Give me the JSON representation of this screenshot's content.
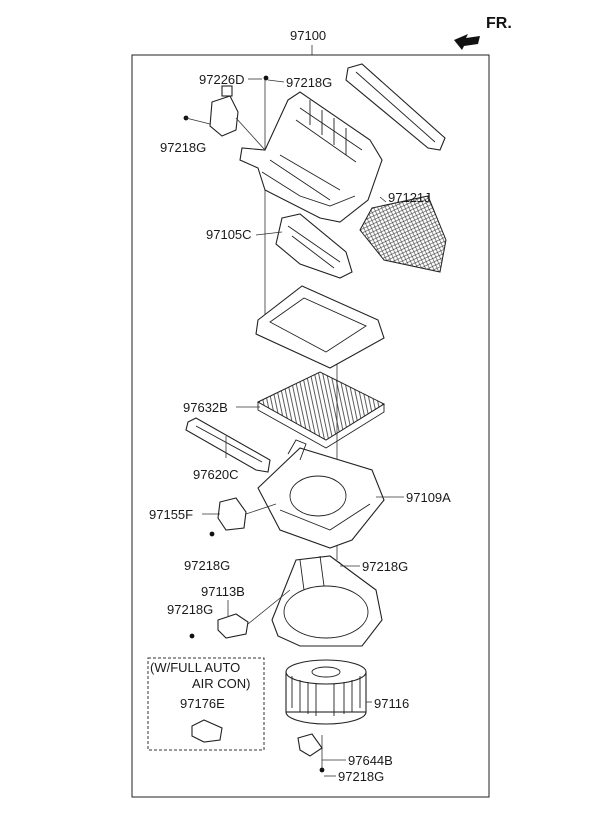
{
  "header": {
    "direction_label": "FR.",
    "assembly_part": "97100"
  },
  "callouts": {
    "p97226D": "97226D",
    "p97218G_top": "97218G",
    "p97218G_left": "97218G",
    "p97121J": "97121J",
    "p97105C": "97105C",
    "p97632B": "97632B",
    "p97620C": "97620C",
    "p97109A": "97109A",
    "p97155F": "97155F",
    "p97218G_mid": "97218G",
    "p97218G_right": "97218G",
    "p97113B": "97113B",
    "p97218G_low": "97218G",
    "p97116": "97116",
    "p97644B": "97644B",
    "p97218G_bottom": "97218G"
  },
  "option_box": {
    "line1": "(W/FULL AUTO",
    "line2": "AIR CON)",
    "part": "97176E"
  }
}
